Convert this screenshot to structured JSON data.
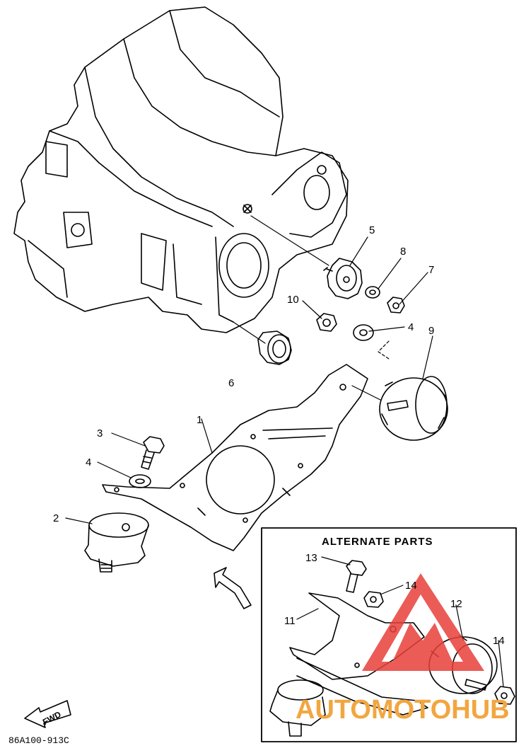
{
  "callouts": {
    "c1": "1",
    "c2": "2",
    "c3": "3",
    "c4a": "4",
    "c4b": "4",
    "c5": "5",
    "c6": "6",
    "c7": "7",
    "c8": "8",
    "c9": "9",
    "c10": "10",
    "c11": "11",
    "c12": "12",
    "c13": "13",
    "c14a": "14",
    "c14b": "14"
  },
  "inset": {
    "title": "ALTERNATE PARTS"
  },
  "fwd_arrow": {
    "label": "FWD"
  },
  "drawing_code": "86A100-913C",
  "watermark": {
    "brand": "AUTOMOTOHUB",
    "color_red": "#e8403a",
    "color_orange": "#f2a640"
  },
  "colors": {
    "line": "#000000",
    "background": "#ffffff"
  }
}
